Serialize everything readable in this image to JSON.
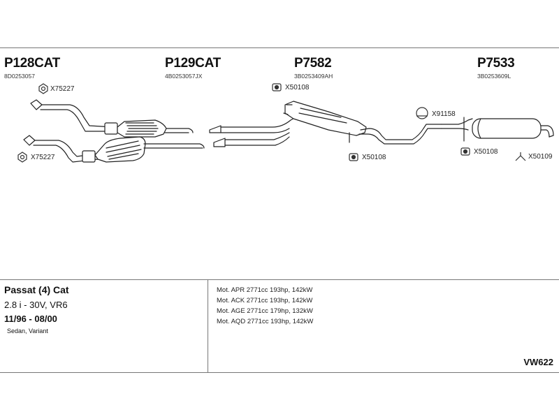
{
  "parts": [
    {
      "code": "P128CAT",
      "number": "8D0253057"
    },
    {
      "code": "P129CAT",
      "number": "4B0253057JX"
    },
    {
      "code": "P7582",
      "number": "3B0253409AH"
    },
    {
      "code": "P7533",
      "number": "3B0253609L"
    }
  ],
  "hardware": [
    {
      "code": "X75227",
      "icon": "gasket-icon"
    },
    {
      "code": "X75227",
      "icon": "gasket-icon"
    },
    {
      "code": "X50108",
      "icon": "rubber-mount-icon"
    },
    {
      "code": "X50108",
      "icon": "rubber-mount-icon"
    },
    {
      "code": "X91158",
      "icon": "clamp-icon"
    },
    {
      "code": "X50108",
      "icon": "rubber-mount-icon"
    },
    {
      "code": "X50109",
      "icon": "bracket-icon"
    }
  ],
  "vehicle": {
    "model": "Passat (4) Cat",
    "engine": "2.8 i - 30V, VR6",
    "years": "11/96 - 08/00",
    "body": "Sedan, Variant"
  },
  "motors": [
    "Mot. APR 2771cc 193hp, 142kW",
    "Mot. ACK 2771cc 193hp, 142kW",
    "Mot. AGE 2771cc 179hp, 132kW",
    "Mot. AQD 2771cc 193hp, 142kW"
  ],
  "reference": "VW622"
}
